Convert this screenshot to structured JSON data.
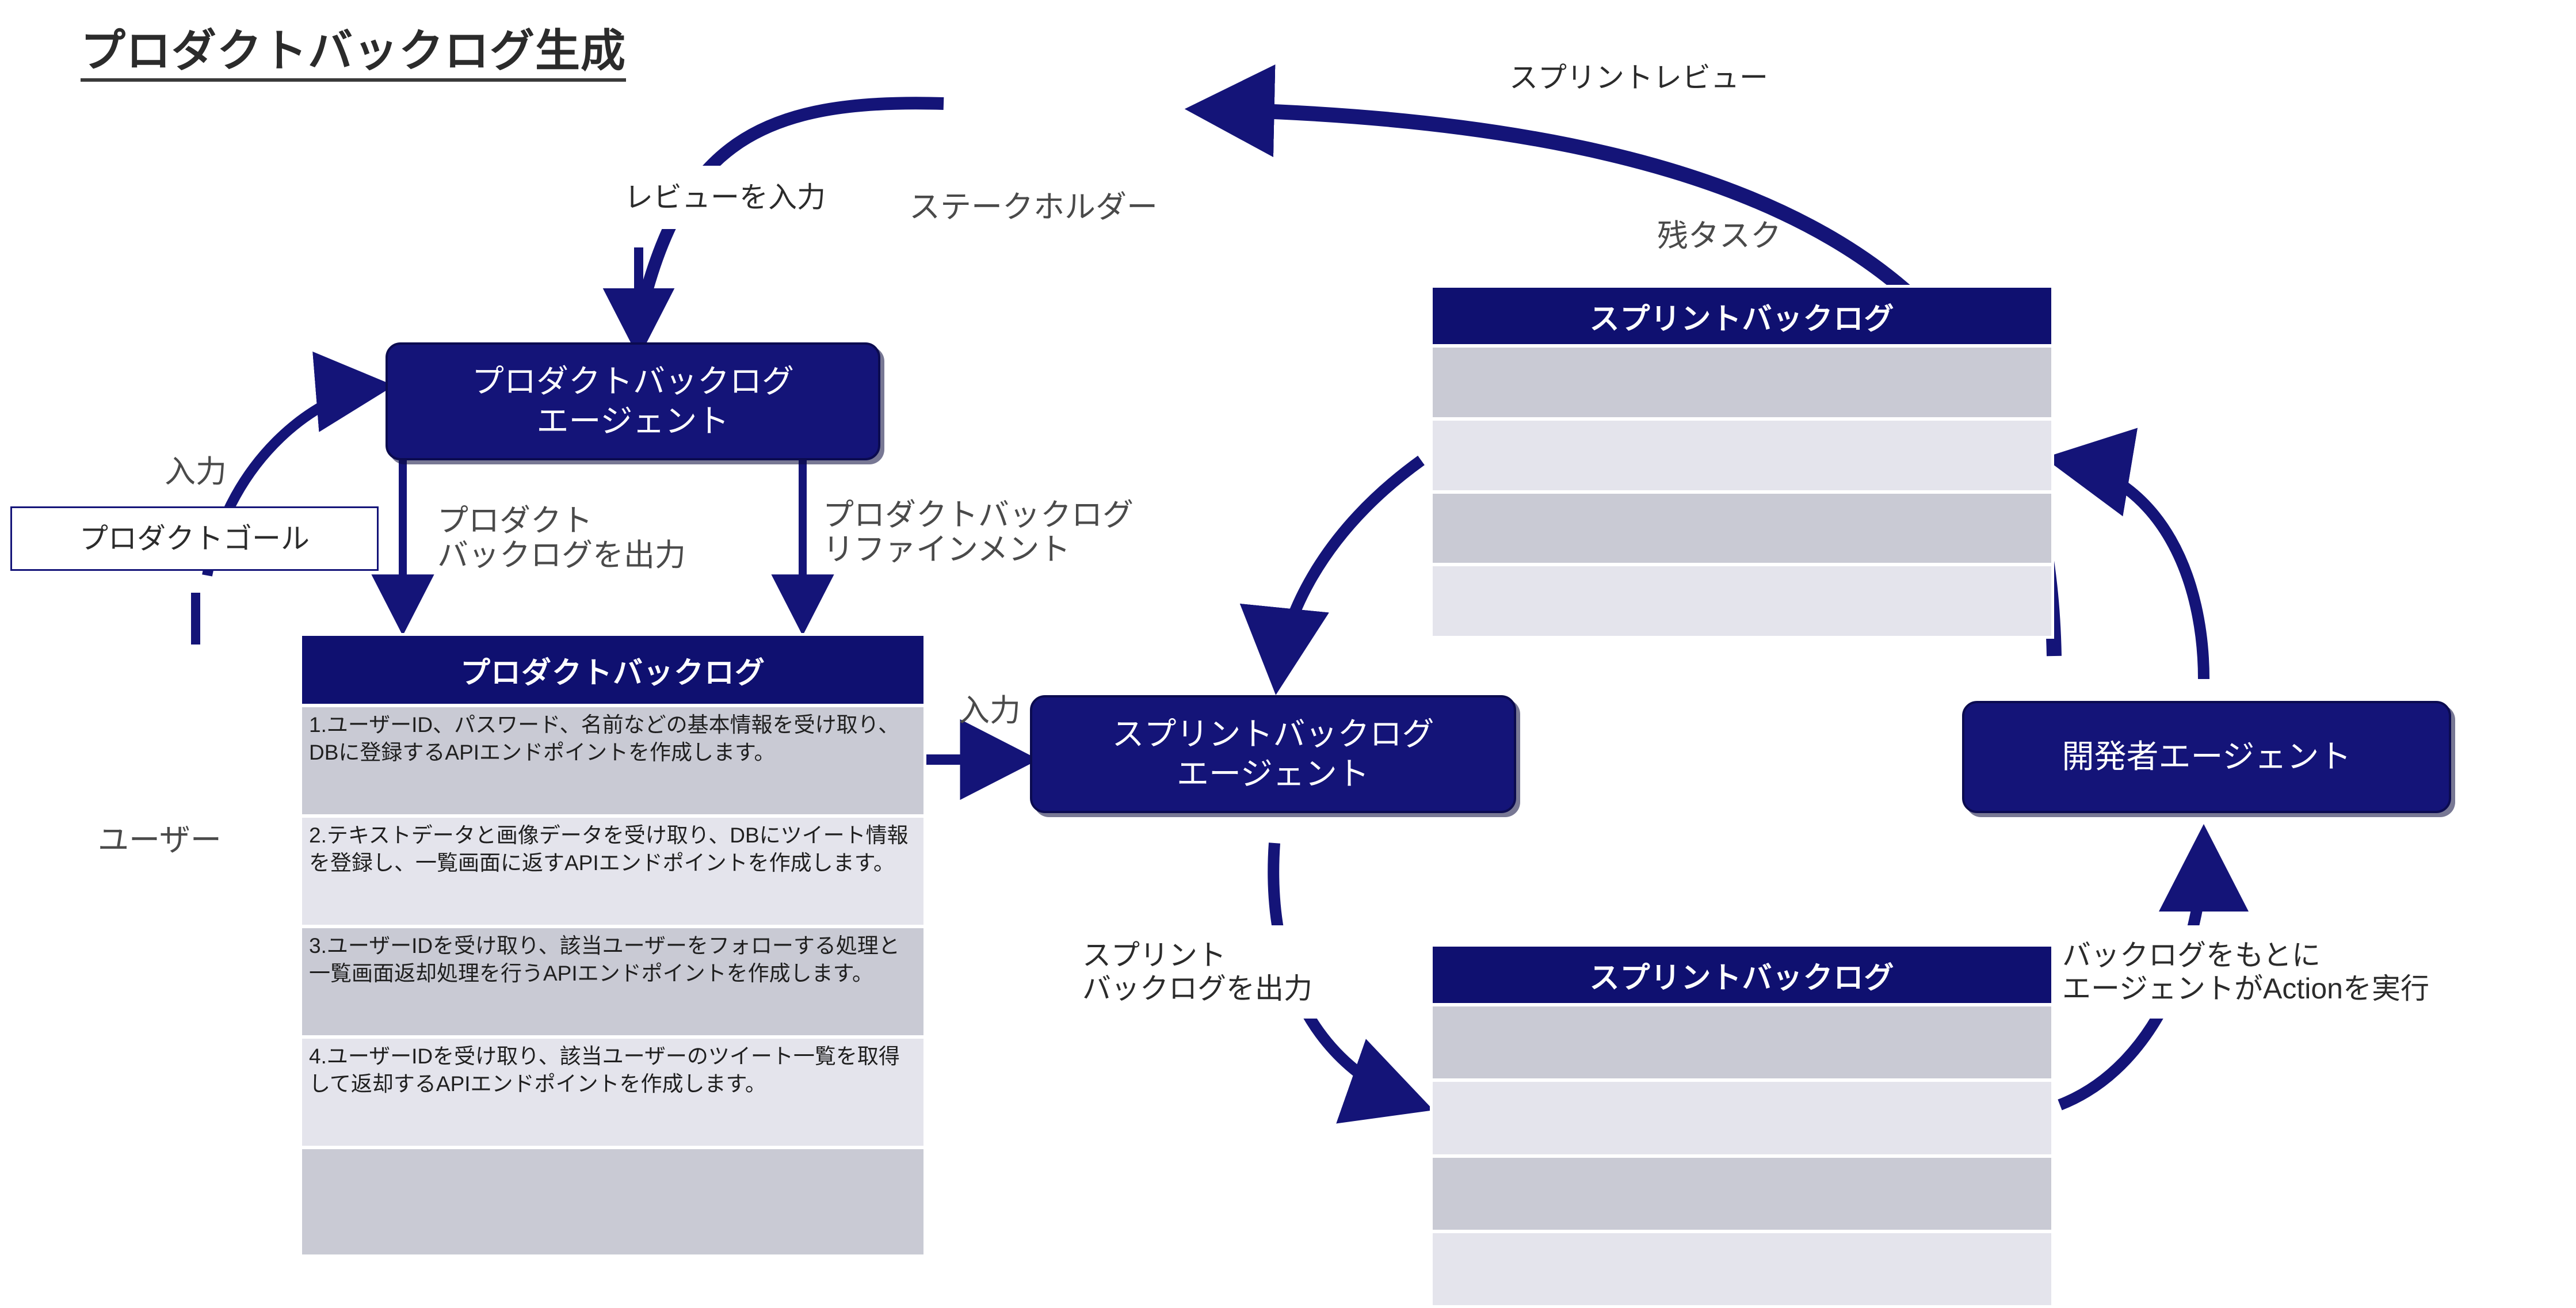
{
  "title": "プロダクトバックログ生成",
  "colors": {
    "navy": "#141478",
    "table_header": "#0f1070",
    "row_odd": "#c9cad4",
    "row_even": "#e4e4ec",
    "arrow": "#141478",
    "text_dark": "#2b2b2b",
    "text_gray": "#4a4a4a"
  },
  "labels": {
    "sprint_review": "スプリントレビュー",
    "stakeholder": "ステークホルダー",
    "remaining_tasks": "残タスク",
    "input_review": "レビューを入力",
    "input_1": "入力",
    "input_2": "入力",
    "product_goal": "プロダクトゴール",
    "user": "ユーザー",
    "output_product_backlog": "プロダクト\nバックログを出力",
    "product_backlog_refinement": "プロダクトバックログ\nリファインメント",
    "output_sprint_backlog": "スプリント\nバックログを出力",
    "agent_executes_action": "バックログをもとに\nエージェントがActionを実行"
  },
  "agents": {
    "product_backlog_agent": "プロダクトバックログ\nエージェント",
    "sprint_backlog_agent": "スプリントバックログ\nエージェント",
    "developer_agent": "開発者エージェント"
  },
  "product_backlog_table": {
    "header": "プロダクトバックログ",
    "rows": [
      "1.ユーザーID、パスワード、名前などの基本情報を受け取り、DBに登録するAPIエンドポイントを作成します。",
      "2.テキストデータと画像データを受け取り、DBにツイート情報を登録し、一覧画面に返すAPIエンドポイントを作成します。",
      "3.ユーザーIDを受け取り、該当ユーザーをフォローする処理と一覧画面返却処理を行うAPIエンドポイントを作成します。",
      "4.ユーザーIDを受け取り、該当ユーザーのツイート一覧を取得して返却するAPIエンドポイントを作成します。",
      ""
    ]
  },
  "sprint_backlog_table_top": {
    "header": "スプリントバックログ",
    "rows": [
      "",
      "",
      "",
      ""
    ]
  },
  "sprint_backlog_table_bottom": {
    "header": "スプリントバックログ",
    "rows": [
      "",
      "",
      "",
      ""
    ]
  }
}
